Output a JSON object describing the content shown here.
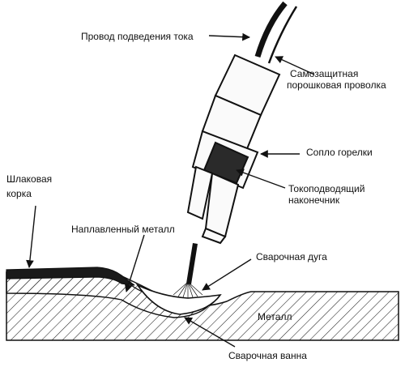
{
  "labels": {
    "feed_wire": "Провод подведения тока",
    "flux_wire_1": "Самозащитная",
    "flux_wire_2": "порошковая проволка",
    "nozzle": "Сопло горелки",
    "contact_tip_1": "Токоподводящий",
    "contact_tip_2": "наконечник",
    "slag_1": "Шлаковая",
    "slag_2": "корка",
    "deposited_metal": "Наплавленный металл",
    "arc": "Сварочная дуга",
    "base_metal": "Металл",
    "weld_pool": "Сварочная ванна"
  },
  "colors": {
    "ink": "#111111",
    "paper": "#ffffff",
    "slag": "#1a1a1a",
    "torch_body": "#fafafa"
  }
}
